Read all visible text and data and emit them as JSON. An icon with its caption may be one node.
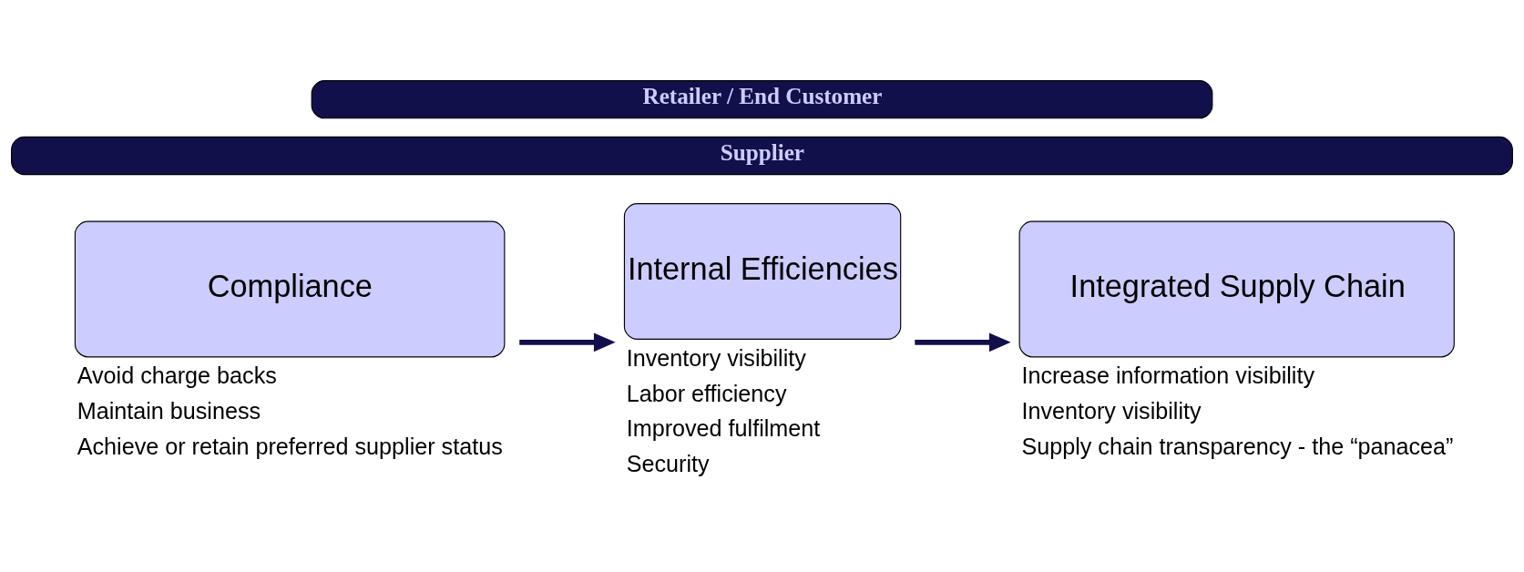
{
  "diagram": {
    "nodes": [
      {
        "text": [
          "Retailer / End Customer"
        ]
      },
      {
        "text": [
          "Supplier"
        ]
      },
      {
        "text": [
          "Compliance"
        ],
        "beside": [
          "Avoid charge backs",
          "Maintain business",
          "Achieve or retain preferred supplier status"
        ]
      },
      {
        "text": [
          "Internal Efficiencies"
        ],
        "beside": [
          "Inventory visibility",
          "Labor efficiency",
          "Improved fulfilment",
          "Security"
        ]
      },
      {
        "text": [
          "Integrated Supply Chain"
        ],
        "beside": [
          "Increase information visibility",
          "Inventory visibility",
          "Supply chain transparency - the “panacea”"
        ]
      }
    ],
    "edges": [
      {
        "from": 2,
        "to": 3,
        "arrow": "to"
      },
      {
        "from": 3,
        "to": 4,
        "arrow": "to"
      }
    ]
  }
}
